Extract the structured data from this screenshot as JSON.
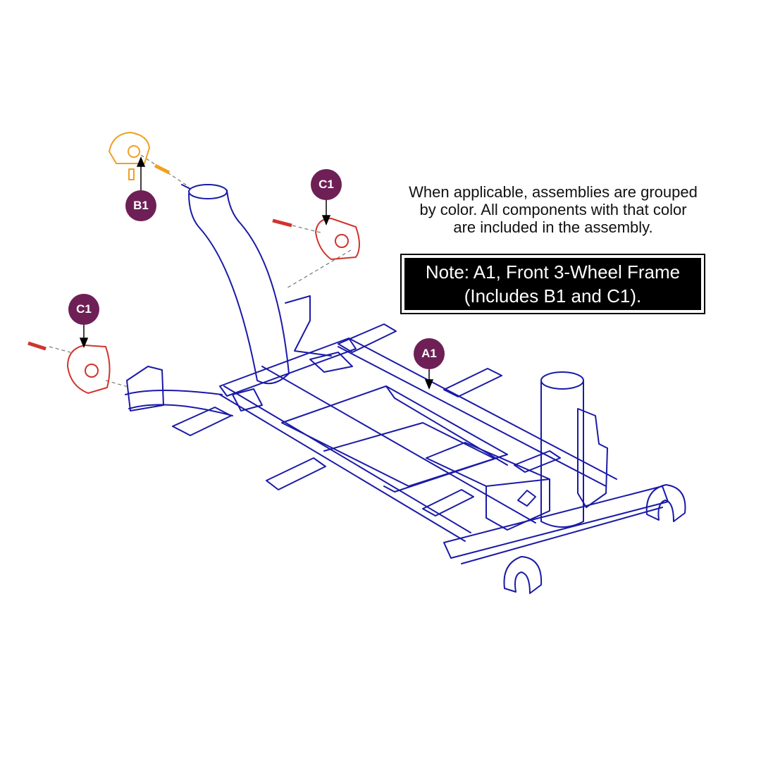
{
  "colors": {
    "frame": "#1a1aa8",
    "red_part": "#d0342c",
    "orange_part": "#f0a020",
    "badge": "#6e1f56",
    "note_bg": "#000000",
    "note_text": "#ffffff"
  },
  "description": "When applicable, assemblies are grouped\nby color. All components with that color\nare included in the assembly.",
  "note": {
    "line1": "Note: A1, Front 3-Wheel Frame",
    "line2": "(Includes B1 and C1)."
  },
  "labels": {
    "b1": "B1",
    "c1_top": "C1",
    "c1_left": "C1",
    "a1": "A1"
  }
}
